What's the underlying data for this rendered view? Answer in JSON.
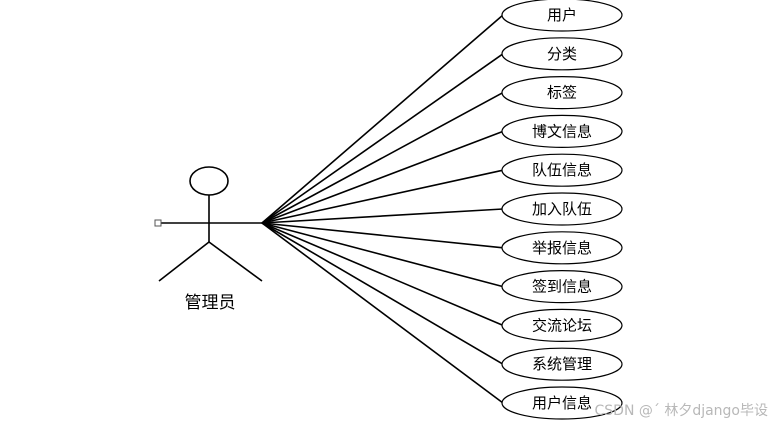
{
  "actor": {
    "label": "管理员"
  },
  "use_cases": [
    "用户",
    "分类",
    "标签",
    "博文信息",
    "队伍信息",
    "加入队伍",
    "举报信息",
    "签到信息",
    "交流论坛",
    "系统管理",
    "用户信息"
  ],
  "watermark": "CSDN @´ 林夕django毕设",
  "colors": {
    "stroke": "#000000",
    "ellipse_fill": "#ffffff",
    "watermark": "#b8b8b8"
  }
}
